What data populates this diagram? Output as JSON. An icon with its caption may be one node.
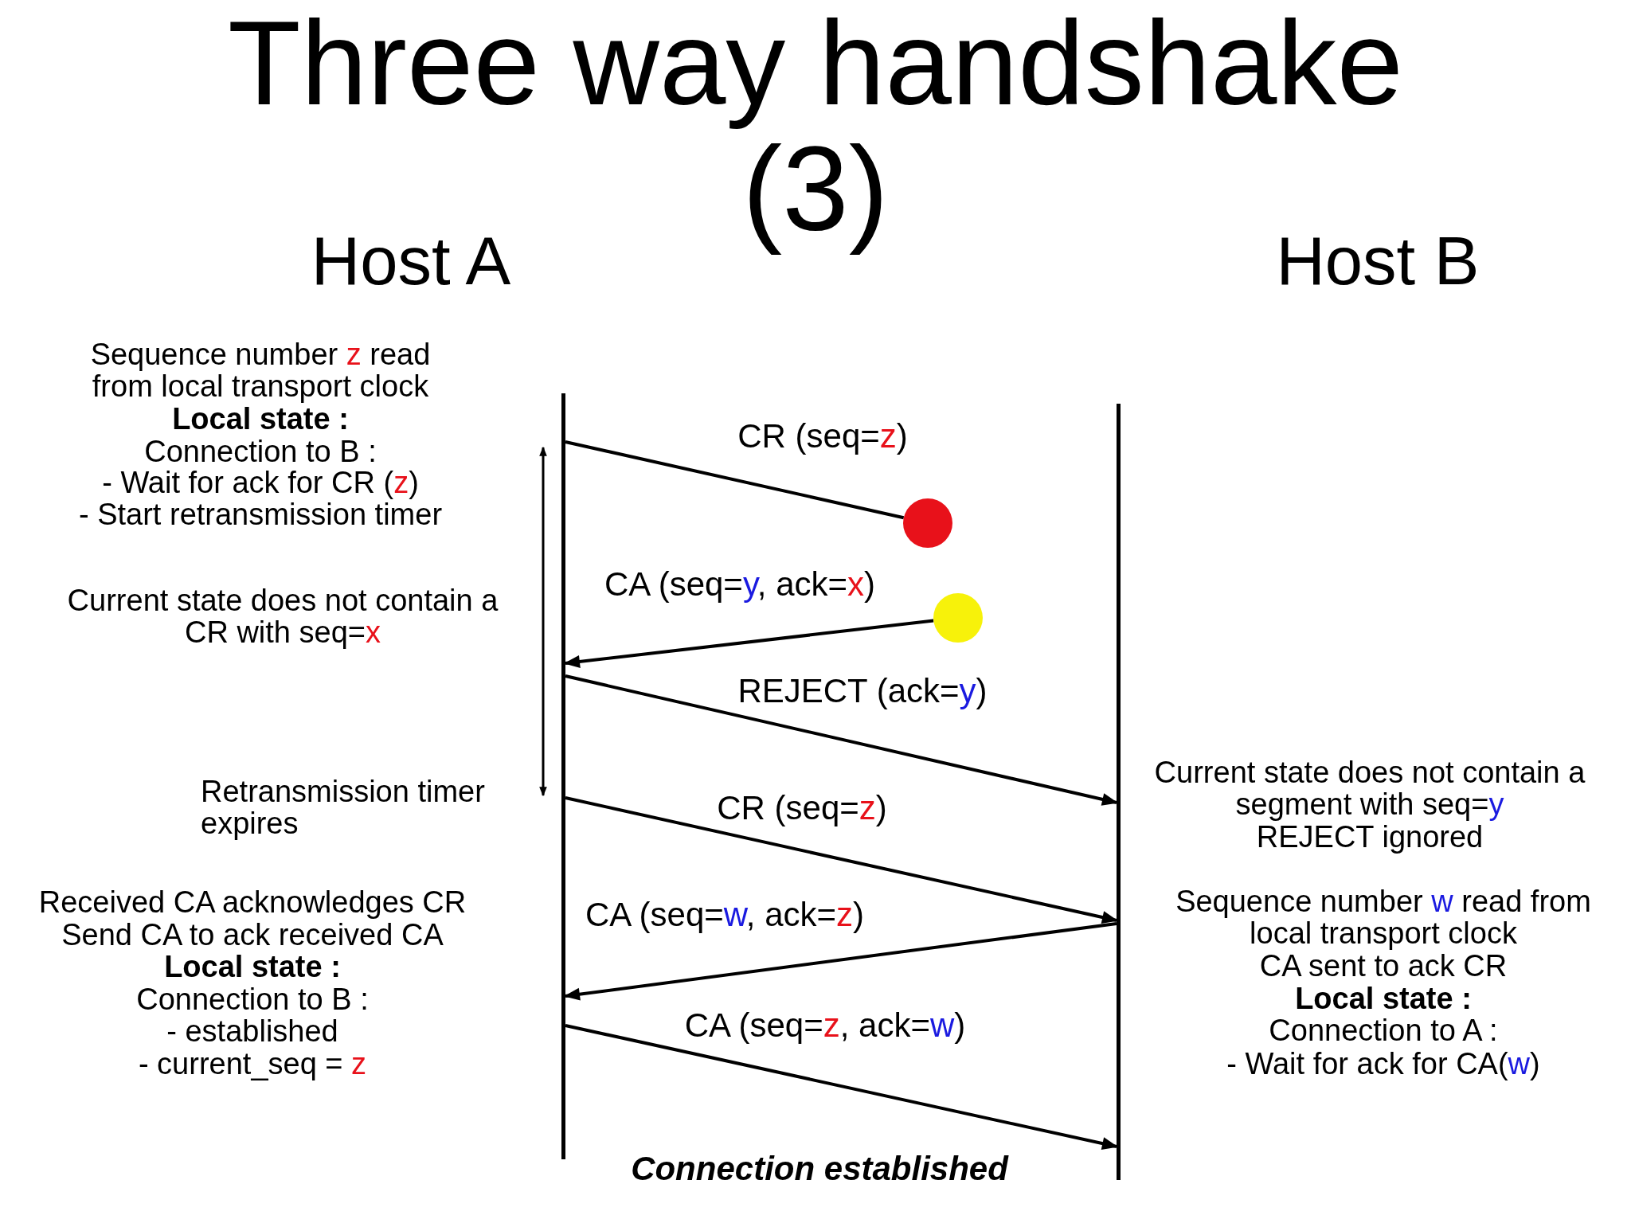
{
  "diagram": {
    "title": "Three way handshake (3)",
    "nodes": [
      {
        "text": [],
        "shape": "bar"
      },
      {
        "text": [],
        "shape": "bar"
      },
      {
        "text": [],
        "shape": "circle"
      },
      {
        "text": [],
        "shape": "circle"
      }
    ],
    "edges": [
      {
        "from": 0,
        "to": 2,
        "arrow": "none",
        "label": "CR (seq=z)"
      },
      {
        "from": 3,
        "to": 0,
        "arrow": "to",
        "label": "CA (seq=y, ack=x)"
      },
      {
        "from": 0,
        "to": 1,
        "arrow": "to",
        "label": "REJECT (ack=y)"
      },
      {
        "from": 0,
        "to": 1,
        "arrow": "to",
        "label": "CR (seq=z)"
      },
      {
        "from": 1,
        "to": 0,
        "arrow": "to",
        "label": "CA (seq=w, ack=z)"
      },
      {
        "from": 0,
        "to": 1,
        "arrow": "to",
        "label": "CA (seq=z, ack=w)"
      }
    ],
    "labels": [
      "Host A",
      "Host B",
      "Sequence number z read from local transport clock",
      "Local state :",
      "Connection to B :",
      "- Wait for ack for CR (z)",
      "- Start retransmission timer",
      "Current state does not contain a CR with seq=x",
      "Retransmission timer expires",
      "Received CA acknowledges CR",
      "Send CA to ack received CA",
      "Local state :",
      "Connection to B :",
      "- established",
      "- current_seq = z",
      "Current state does not contain a segment with seq=y",
      "REJECT ignored",
      "Sequence number w read from local transport clock",
      "CA sent to ack CR",
      "Local state :",
      "Connection to A :",
      "- Wait for ack for CA(w)",
      "Connection established"
    ]
  }
}
